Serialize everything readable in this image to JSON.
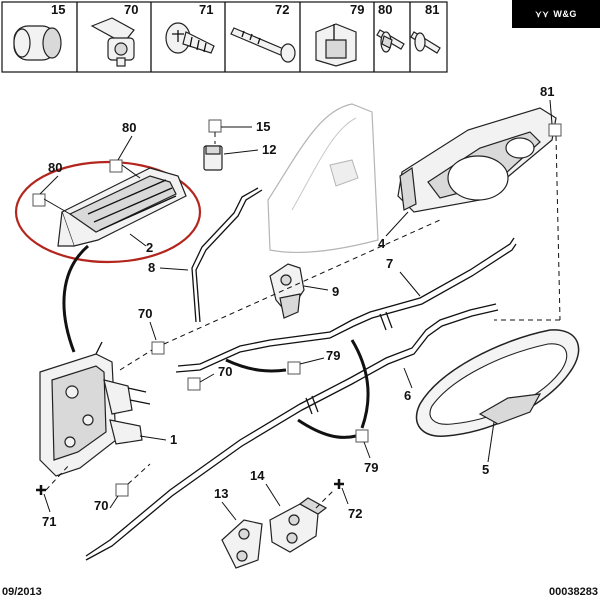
{
  "brand_badge": "W&G",
  "legend_cells": [
    "15",
    "70",
    "71",
    "72",
    "79",
    "80",
    "81"
  ],
  "callouts": {
    "c80a": "80",
    "c80b": "80",
    "c2": "2",
    "c8": "8",
    "c15": "15",
    "c12": "12",
    "c81": "81",
    "c4": "4",
    "c7": "7",
    "c9": "9",
    "c70a": "70",
    "c79a": "79",
    "c70b": "70",
    "c6": "6",
    "c1": "1",
    "c79b": "79",
    "c5": "5",
    "c70c": "70",
    "c71": "71",
    "c13": "13",
    "c14": "14",
    "c72": "72"
  },
  "footer": {
    "date": "09/2013",
    "ref": "00038283"
  },
  "colors": {
    "highlight": "#b3261e",
    "ink": "#111111",
    "badge_bg": "#000000"
  }
}
